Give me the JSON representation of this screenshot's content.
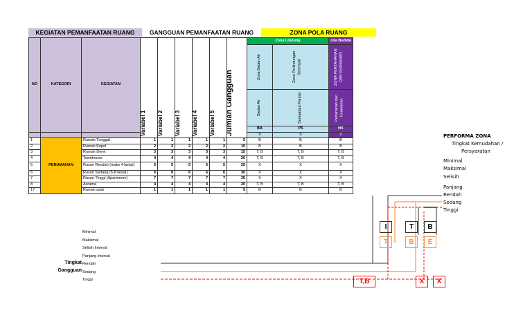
{
  "headers": {
    "kegiatan_pemanfaatan": "KEGIATAN PEMANFAATAN RUANG",
    "gangguan_pemanfaatan": "GANGGUAN PEMANFAATAN RUANG",
    "zona_pola_ruang": "ZONA POLA RUANG",
    "zona_lindung": "Zona Lindung",
    "zona_budidaya": "ona Budida",
    "no": "NO",
    "kategori": "KATEGORI",
    "kegiatan": "KEGIATAN",
    "variabel": [
      "Variabel 1",
      "Variabel 2",
      "Variabel 3",
      "Variabel 4",
      "Variabel 5"
    ],
    "jumlah_gangguan": "Jumlah Gangguan",
    "zona_cols": [
      "Zona Badan Air",
      "Zona Perlindungan Setempat",
      "ZONA PERTAHANAN DAN KEAMANAN"
    ],
    "sub_cols": [
      "Badan Air",
      "Sempadan Parsial",
      "Pertahanan dan Keamanan"
    ],
    "codes": [
      "BA",
      "PS",
      "HK"
    ],
    "zeros": [
      "0",
      "0",
      "0"
    ]
  },
  "category": "PERUMAHAN",
  "rows": [
    {
      "no": "1",
      "kegiatan": "Rumah Tunggal",
      "v": [
        "1",
        "1",
        "1",
        "1",
        "1"
      ],
      "jumlah": "5",
      "z": [
        "B",
        "B",
        "B"
      ]
    },
    {
      "no": "2",
      "kegiatan": "Rumah Kopel",
      "v": [
        "2",
        "2",
        "2",
        "2",
        "2"
      ],
      "jumlah": "10",
      "z": [
        "B",
        "B",
        "B"
      ]
    },
    {
      "no": "3",
      "kegiatan": "Rumah Deret",
      "v": [
        "3",
        "3",
        "3",
        "3",
        "3"
      ],
      "jumlah": "15",
      "z": [
        "T, B",
        "T, B",
        "T, B"
      ]
    },
    {
      "no": "4",
      "kegiatan": "Townhouse",
      "v": [
        "4",
        "4",
        "4",
        "4",
        "4"
      ],
      "jumlah": "20",
      "z": [
        "T, B",
        "T, B",
        "T, B"
      ]
    },
    {
      "no": "5",
      "kegiatan": "Rusun Rendah (maks 4 lantai)",
      "v": [
        "5",
        "5",
        "5",
        "5",
        "5"
      ],
      "jumlah": "25",
      "z": [
        "X",
        "X",
        "X"
      ]
    },
    {
      "no": "6",
      "kegiatan": "Rusun Sedang (5-8 lantai)",
      "v": [
        "6",
        "6",
        "6",
        "6",
        "6"
      ],
      "jumlah": "30",
      "z": [
        "X",
        "X",
        "X"
      ]
    },
    {
      "no": "7",
      "kegiatan": "Rusun Tinggi (Apartemen)",
      "v": [
        "7",
        "7",
        "7",
        "7",
        "7"
      ],
      "jumlah": "35",
      "z": [
        "X",
        "X",
        "X"
      ]
    },
    {
      "no": "8",
      "kegiatan": "Asrama",
      "v": [
        "4",
        "4",
        "4",
        "4",
        "4"
      ],
      "jumlah": "20",
      "z": [
        "T, B",
        "T, B",
        "T, B"
      ]
    },
    {
      "no": "17",
      "kegiatan": "Rumah adat",
      "v": [
        "1",
        "1",
        "1",
        "1",
        "1"
      ],
      "jumlah": "5",
      "z": [
        "B",
        "B",
        "B"
      ]
    }
  ],
  "performa": {
    "title": "PERFORMA ZONA",
    "subtitle1": "Tingkat Kemudahan /",
    "subtitle2": "Persyaratan",
    "items": [
      "Minimal",
      "Maksimal",
      "Selisih",
      "Panjang",
      "Rendah",
      "Sedang",
      "Tinggi"
    ]
  },
  "tingkat": {
    "label1": "Tingkat",
    "label2": "Gangguan",
    "items": [
      "Minimal",
      "Maksimal",
      "Selisih Interval",
      "Panjang  Interval",
      "Rendah",
      "Sedang",
      "Tinggi"
    ]
  },
  "boxes": {
    "top": [
      "I",
      "T",
      "B"
    ],
    "mid": [
      "T",
      "B",
      "E"
    ],
    "bottom": [
      "T,B",
      "X",
      "X"
    ]
  },
  "colors": {
    "gold": "#ffc000",
    "purple": "#ccc0da",
    "green": "#00b050",
    "violet": "#7030a0",
    "yellow": "#ffff00",
    "blue": "#bfe3ee",
    "orange": "#f79646",
    "red": "#ff0000"
  }
}
